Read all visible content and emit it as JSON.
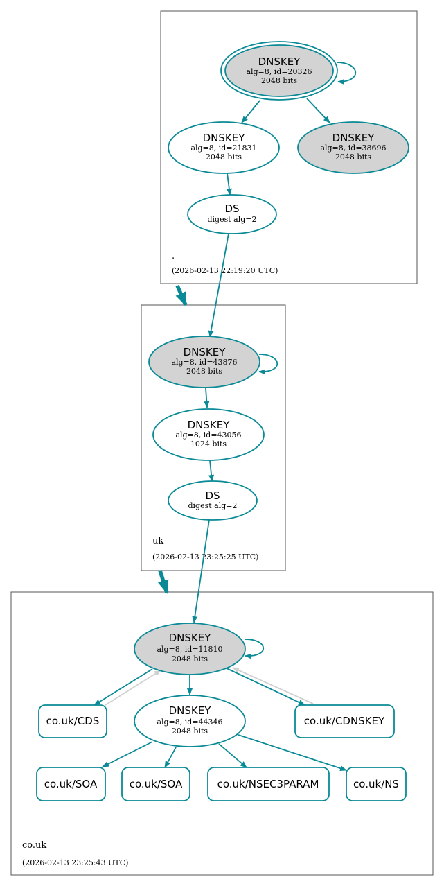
{
  "colors": {
    "edge": "#0a8a96",
    "edge_gray": "#d0d0d0",
    "node_fill_gray": "#d3d3d3",
    "node_fill_white": "#ffffff",
    "zone_border": "#555555"
  },
  "zones": {
    "root": {
      "name": ".",
      "timestamp": "(2026-02-13 22:19:20 UTC)"
    },
    "uk": {
      "name": "uk",
      "timestamp": "(2026-02-13 23:25:25 UTC)"
    },
    "couk": {
      "name": "co.uk",
      "timestamp": "(2026-02-13 23:25:43 UTC)"
    }
  },
  "nodes": {
    "root_ksk": {
      "title": "DNSKEY",
      "line1": "alg=8, id=20326",
      "line2": "2048 bits"
    },
    "root_zsk": {
      "title": "DNSKEY",
      "line1": "alg=8, id=21831",
      "line2": "2048 bits"
    },
    "root_key3": {
      "title": "DNSKEY",
      "line1": "alg=8, id=38696",
      "line2": "2048 bits"
    },
    "root_ds": {
      "title": "DS",
      "line1": "digest alg=2"
    },
    "uk_ksk": {
      "title": "DNSKEY",
      "line1": "alg=8, id=43876",
      "line2": "2048 bits"
    },
    "uk_zsk": {
      "title": "DNSKEY",
      "line1": "alg=8, id=43056",
      "line2": "1024 bits"
    },
    "uk_ds": {
      "title": "DS",
      "line1": "digest alg=2"
    },
    "couk_ksk": {
      "title": "DNSKEY",
      "line1": "alg=8, id=11810",
      "line2": "2048 bits"
    },
    "couk_zsk": {
      "title": "DNSKEY",
      "line1": "alg=8, id=44346",
      "line2": "2048 bits"
    },
    "couk_cds": {
      "label": "co.uk/CDS"
    },
    "couk_cdnskey": {
      "label": "co.uk/CDNSKEY"
    },
    "couk_soa1": {
      "label": "co.uk/SOA"
    },
    "couk_soa2": {
      "label": "co.uk/SOA"
    },
    "couk_nsec3param": {
      "label": "co.uk/NSEC3PARAM"
    },
    "couk_ns": {
      "label": "co.uk/NS"
    }
  }
}
